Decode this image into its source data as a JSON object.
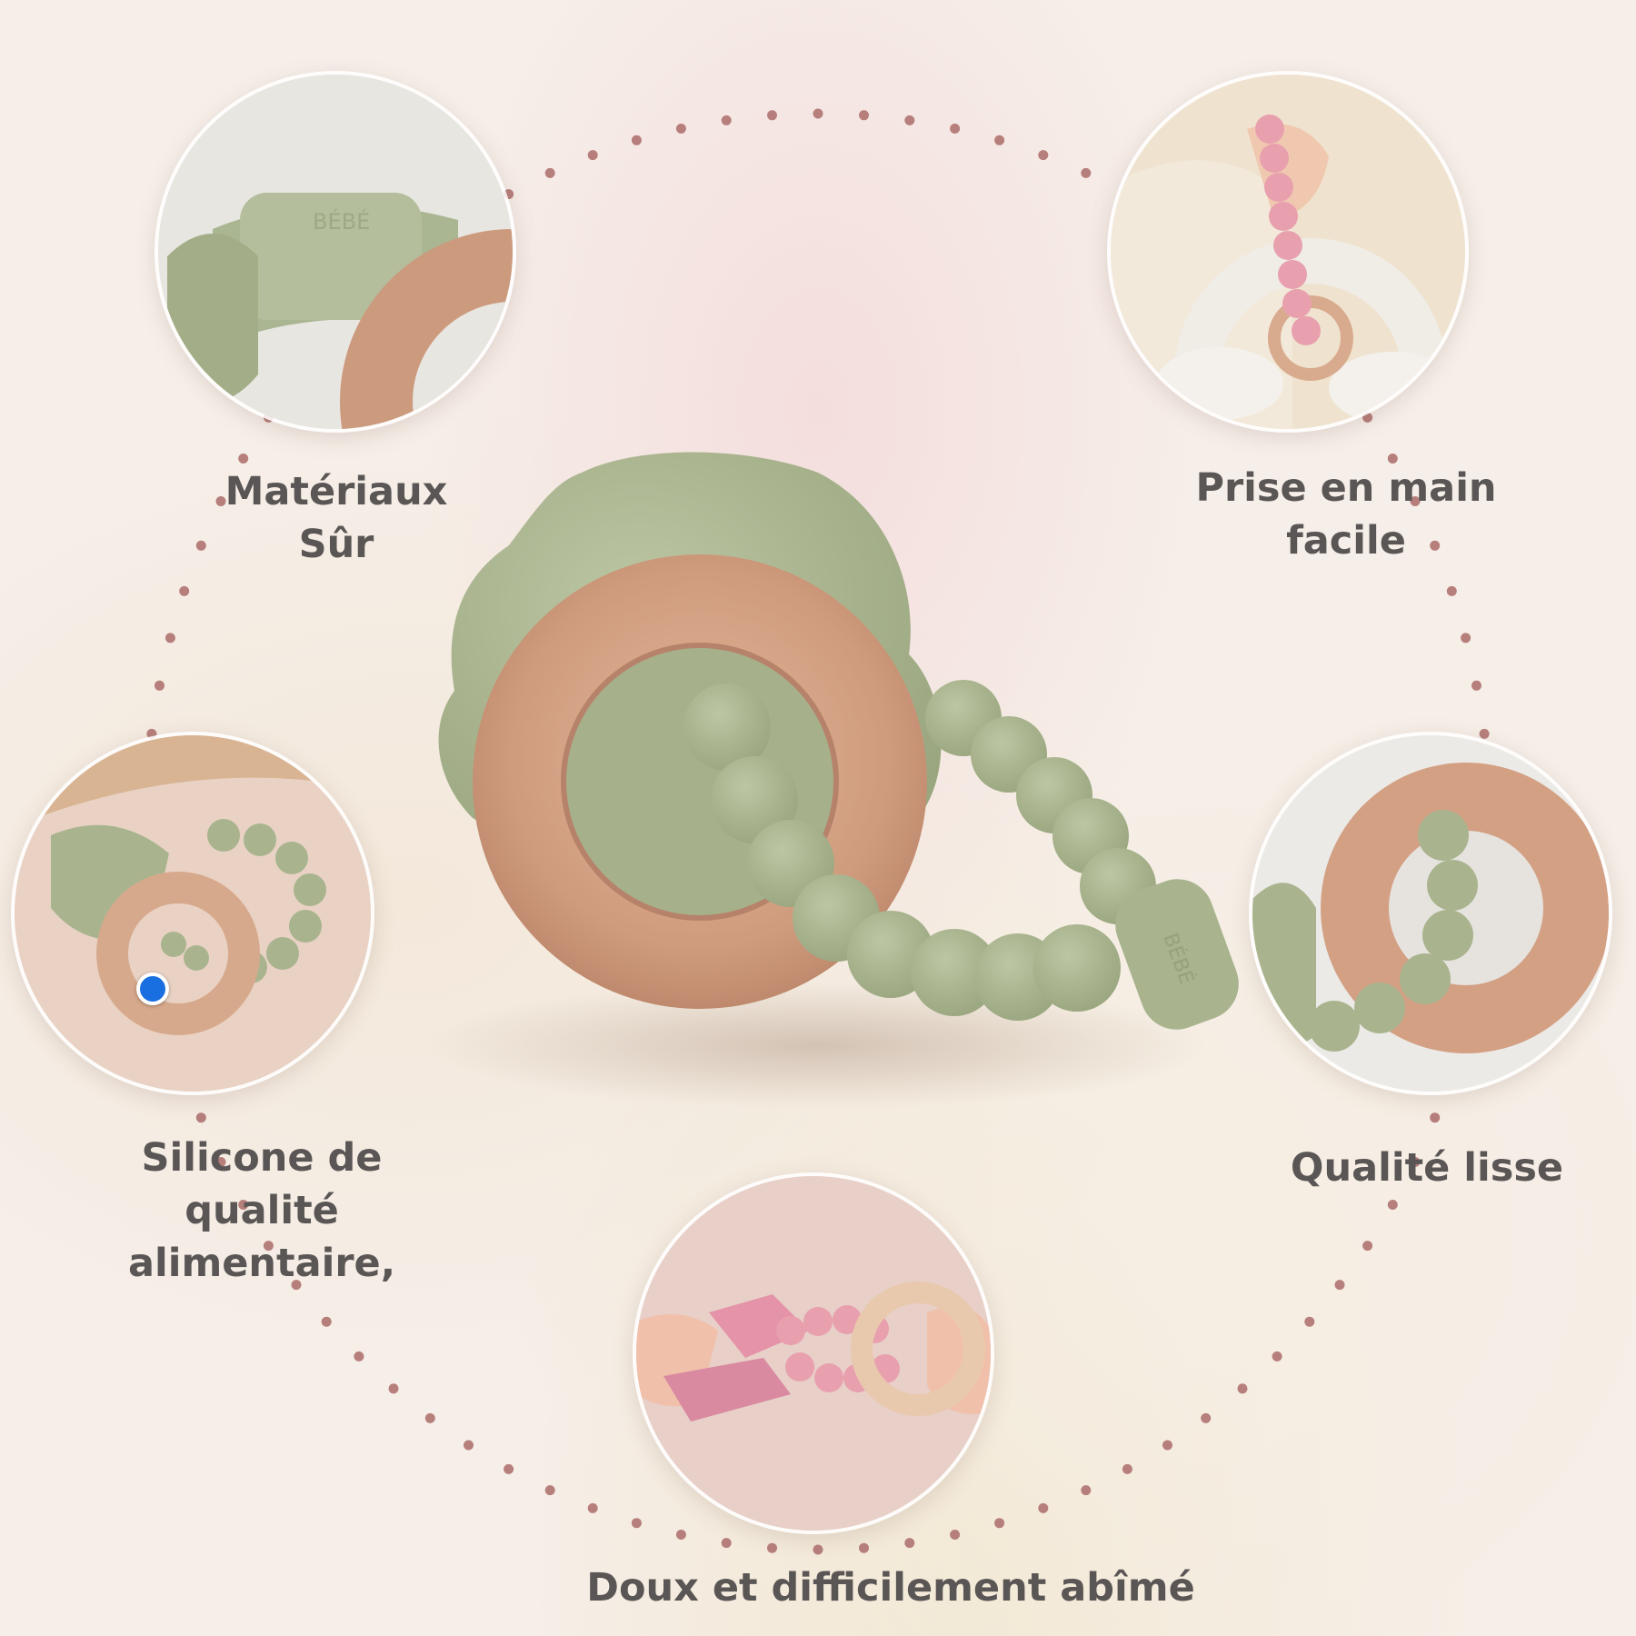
{
  "features": {
    "materials": "Matériaux\nSûr",
    "grip": "Prise en main\nfacile",
    "silicone": "Silicone de\nqualité\nalimentaire,",
    "smooth": "Qualité lisse",
    "durable": "Doux et difficilement abîmé"
  },
  "product": {
    "engraving": "BÉBÉ"
  },
  "colors": {
    "sage": "#a9b48f",
    "wood": "#d29f82",
    "pink": "#e8a0ae",
    "dots": "#b77f7c",
    "text": "#5a5655"
  },
  "icons": {
    "indicator": "blue-dot-icon"
  }
}
